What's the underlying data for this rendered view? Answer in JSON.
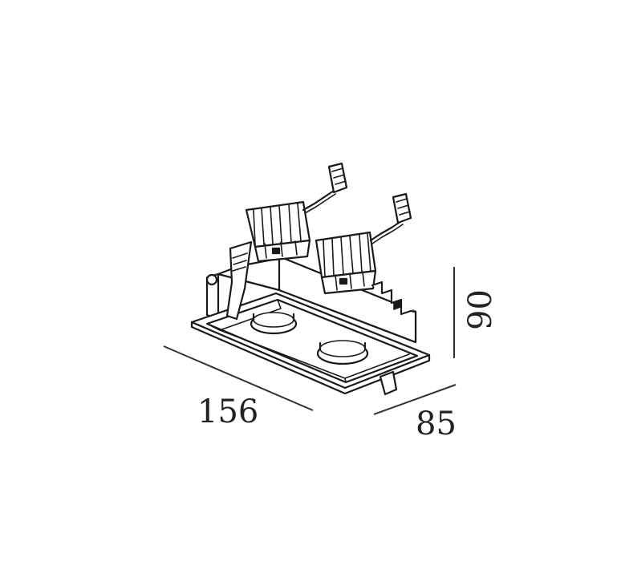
{
  "dimensions": {
    "length": "156",
    "depth": "85",
    "height": "90"
  },
  "colors": {
    "line": "#1a1a1a",
    "background": "#ffffff"
  }
}
